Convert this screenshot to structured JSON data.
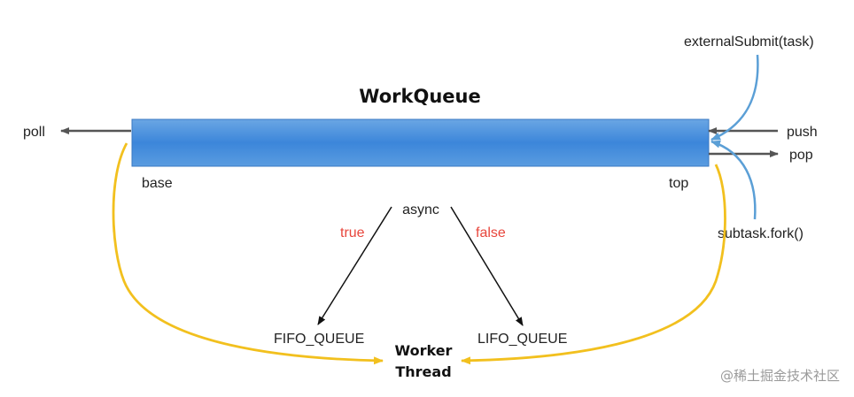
{
  "title": "WorkQueue",
  "queue": {
    "base_label": "base",
    "top_label": "top",
    "fill_color": "#4a8fd8"
  },
  "operations": {
    "poll": "poll",
    "push": "push",
    "pop": "pop"
  },
  "sources": {
    "external_submit": "externalSubmit(task)",
    "subtask_fork": "subtask.fork()"
  },
  "branch": {
    "condition": "async",
    "true_label": "true",
    "false_label": "false"
  },
  "modes": {
    "fifo": "FIFO_QUEUE",
    "lifo": "LIFO_QUEUE"
  },
  "worker": {
    "line1": "Worker",
    "line2": "Thread"
  },
  "watermark": "@稀土掘金技术社区",
  "colors": {
    "accent_blue": "#4a8fd8",
    "source_arrow": "#5b9fd6",
    "worker_arrow": "#f2c01e",
    "bool_label": "#e8463c",
    "op_arrow": "#555555"
  }
}
